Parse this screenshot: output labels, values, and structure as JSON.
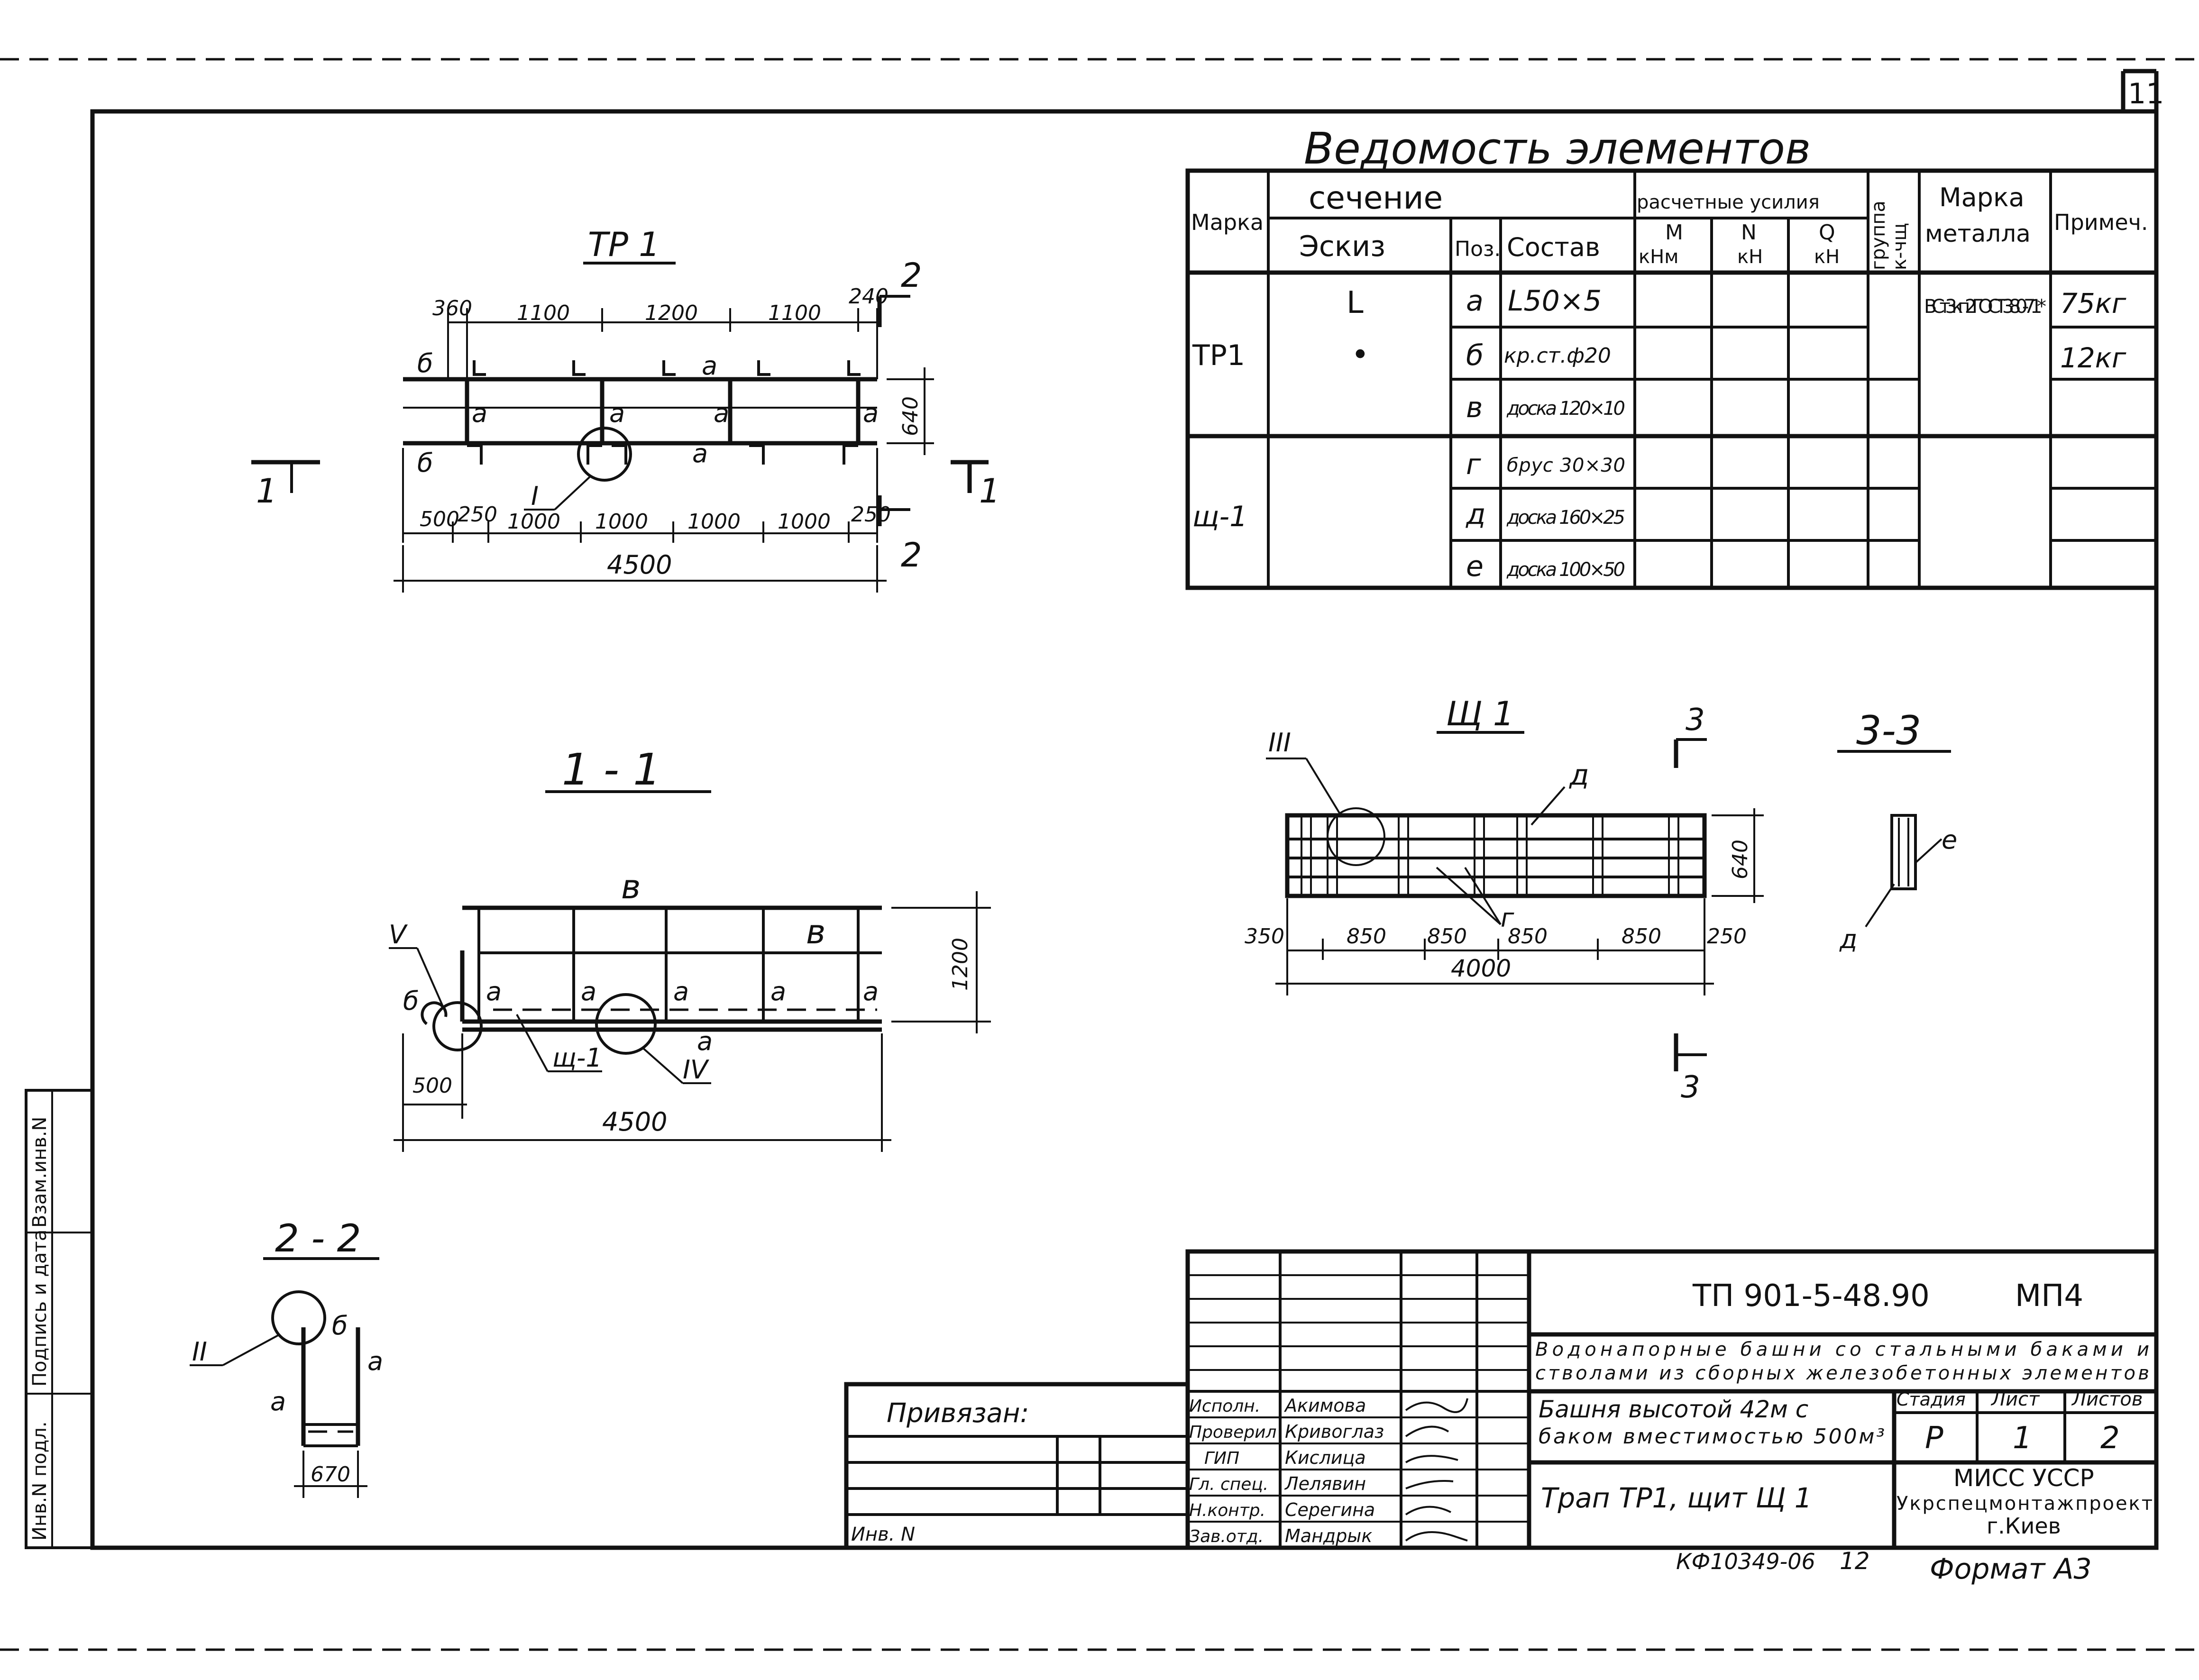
{
  "sheet_number": "11",
  "elements_table": {
    "title": "Ведомость элементов",
    "headers": {
      "marka": "Марка",
      "sechenie": "сечение",
      "eskiz": "Эскиз",
      "poz": "Поз.",
      "sostav": "Состав",
      "raschet": "расчетные усилия",
      "m": "М",
      "m_unit": "кНм",
      "n": "N",
      "n_unit": "кН",
      "q": "Q",
      "q_unit": "кН",
      "gruppa": "группа",
      "k4ss": "к-чщ",
      "marka_metalla": "Марка",
      "metalla": "металла",
      "primech": "Примеч."
    },
    "groups": [
      {
        "marka": "ТР1"
      },
      {
        "marka": "щ-1"
      }
    ],
    "rows": [
      {
        "eskiz": "L",
        "poz": "а",
        "sostav": "L50×5",
        "primech": "75кг"
      },
      {
        "eskiz": "•",
        "poz": "б",
        "sostav": "кр.ст.ф20",
        "primech": "12кг"
      },
      {
        "eskiz": "",
        "poz": "в",
        "sostav": "доска 120×10",
        "primech": ""
      },
      {
        "eskiz": "",
        "poz": "г",
        "sostav": "брус 30×30",
        "primech": ""
      },
      {
        "eskiz": "",
        "poz": "д",
        "sostav": "доска 160×25",
        "primech": ""
      },
      {
        "eskiz": "",
        "poz": "е",
        "sostav": "доска 100×50",
        "primech": ""
      }
    ],
    "metal": "ВСт3кп2 ГОСТ 380-71*"
  },
  "views": {
    "tr1": {
      "title": "ТР 1",
      "top_dims": [
        "360",
        "1100",
        "1200",
        "1100",
        "240"
      ],
      "bottom_dims": [
        "500",
        "250",
        "1000",
        "1000",
        "1000",
        "1000",
        "250"
      ],
      "total": "4500",
      "height": "640",
      "callout": "I",
      "cut_label": "1",
      "cut2_label": "2",
      "pos_a": "а",
      "pos_b": "б"
    },
    "sec11": {
      "title": "1 - 1",
      "height": "1200",
      "left": "500",
      "total": "4500",
      "pos_v": "в",
      "pos_a": "а",
      "pos_b": "б",
      "shield": "щ-1",
      "callout_v": "V",
      "callout_iv": "IV"
    },
    "sec22": {
      "title": "2 - 2",
      "width": "670",
      "callout": "II",
      "pos_a": "а",
      "pos_b": "б"
    },
    "shch1": {
      "title": "Щ 1",
      "dims": [
        "350",
        "850",
        "850",
        "850",
        "850",
        "250"
      ],
      "total": "4000",
      "height": "640",
      "callout": "III",
      "pos_d": "д",
      "pos_g": "г",
      "cut": "3"
    },
    "sec33": {
      "title": "3-3",
      "pos_e": "е",
      "pos_d": "д"
    }
  },
  "stamp": {
    "code": "ТП 901-5-48.90",
    "part": "МП4",
    "project": "Водонапорные башни со стальными баками и стволами из сборных железобетонных элементов",
    "project_line1": "Водонапорные башни со стальными баками и",
    "project_line2": "стволами из сборных железобетонных элементов",
    "object_line1": "Башня высотой 42м с",
    "object_line2": "баком вместимостью 500м³",
    "sheet_title": "Трап ТР1, щит Щ 1",
    "stadia_label": "Стадия",
    "list_label": "Лист",
    "listov_label": "Листов",
    "stadia": "Р",
    "list": "1",
    "listov": "2",
    "org1": "МИСС УССР",
    "org2": "Укрспецмонтажпроект",
    "org3": "г.Киев",
    "privyazan": "Привязан:",
    "inv": "Инв. N",
    "signers": [
      {
        "role": "Исполн.",
        "name": "Акимова"
      },
      {
        "role": "Проверил",
        "name": "Кривоглаз"
      },
      {
        "role": "ГИП",
        "name": "Кислица"
      },
      {
        "role": "Гл. спец.",
        "name": "Лелявин"
      },
      {
        "role": "Н.контр.",
        "name": "Серегина"
      },
      {
        "role": "Зав.отд.",
        "name": "Мандрык"
      }
    ],
    "footer_code": "КФ10349-06",
    "footer_num": "12",
    "format": "Формат А3"
  },
  "side_stamp": [
    "Инв.N подл.",
    "Подпись и дата",
    "Взам.инв.N"
  ]
}
